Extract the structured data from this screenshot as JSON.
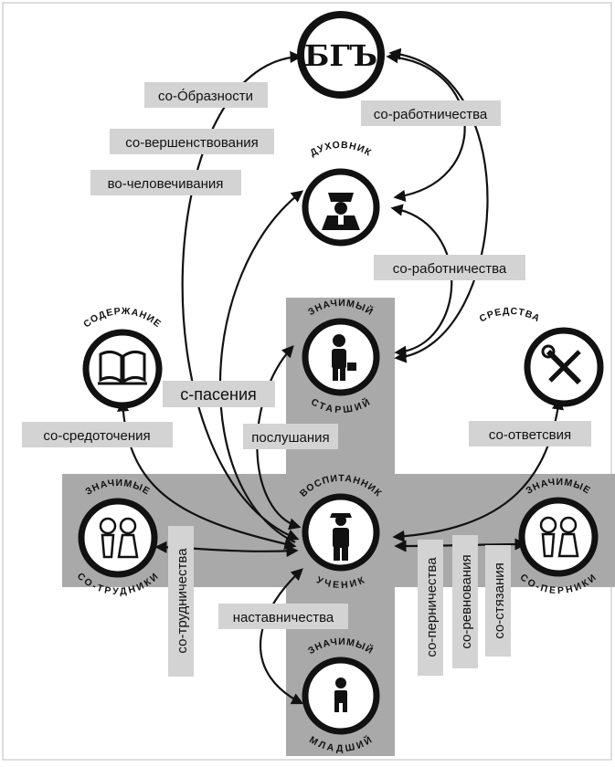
{
  "nodes": {
    "god": {
      "title": "БГЪ"
    },
    "spiritual": {
      "arc_top": "ДУХОВНИК"
    },
    "content": {
      "arc_top": "СОДЕРЖАНИЕ"
    },
    "means": {
      "arc_top": "СРЕДСТВА"
    },
    "senior": {
      "arc_top": "ЗНАЧИМЫЙ",
      "arc_bottom": "СТАРШИЙ"
    },
    "pupil": {
      "arc_top": "ВОСПИТАННИК",
      "arc_bottom": "УЧЕНИК"
    },
    "coworkers": {
      "arc_top": "ЗНАЧИМЫЕ",
      "arc_bottom": "СО-ТРУДНИКИ"
    },
    "peers": {
      "arc_top": "ЗНАЧИМЫЕ",
      "arc_bottom": "СО-ПЕРНИКИ"
    },
    "junior": {
      "arc_top": "ЗНАЧИМЫЙ",
      "arc_bottom": "МЛАДШИЙ"
    }
  },
  "labels": {
    "co_obraznosti": "со-О́бразности",
    "co_rabotnichestva_1": "со-работничества",
    "co_vershenstvovaniya": "со-вершенствования",
    "vo_chelovechivaniya": "во-человечивания",
    "co_rabotnichestva_2": "со-работничества",
    "s_paseniya": "с-пасения",
    "poslushaniya": "послушания",
    "co_sredotocheniya": "со-средоточения",
    "co_otvetsviya": "со-ответсвия",
    "nastavnichestva": "наставничества",
    "co_trudnichestva": "со-трудничества",
    "co_pernichestva": "со-перничества",
    "co_revnovaniya": "со-ревнования",
    "co_styazaniya": "со-стязания"
  },
  "colors": {
    "cross": "#a9a9a9",
    "label_box": "#d3d3d3",
    "ink": "#111111",
    "frame": "#bdbdbd"
  }
}
